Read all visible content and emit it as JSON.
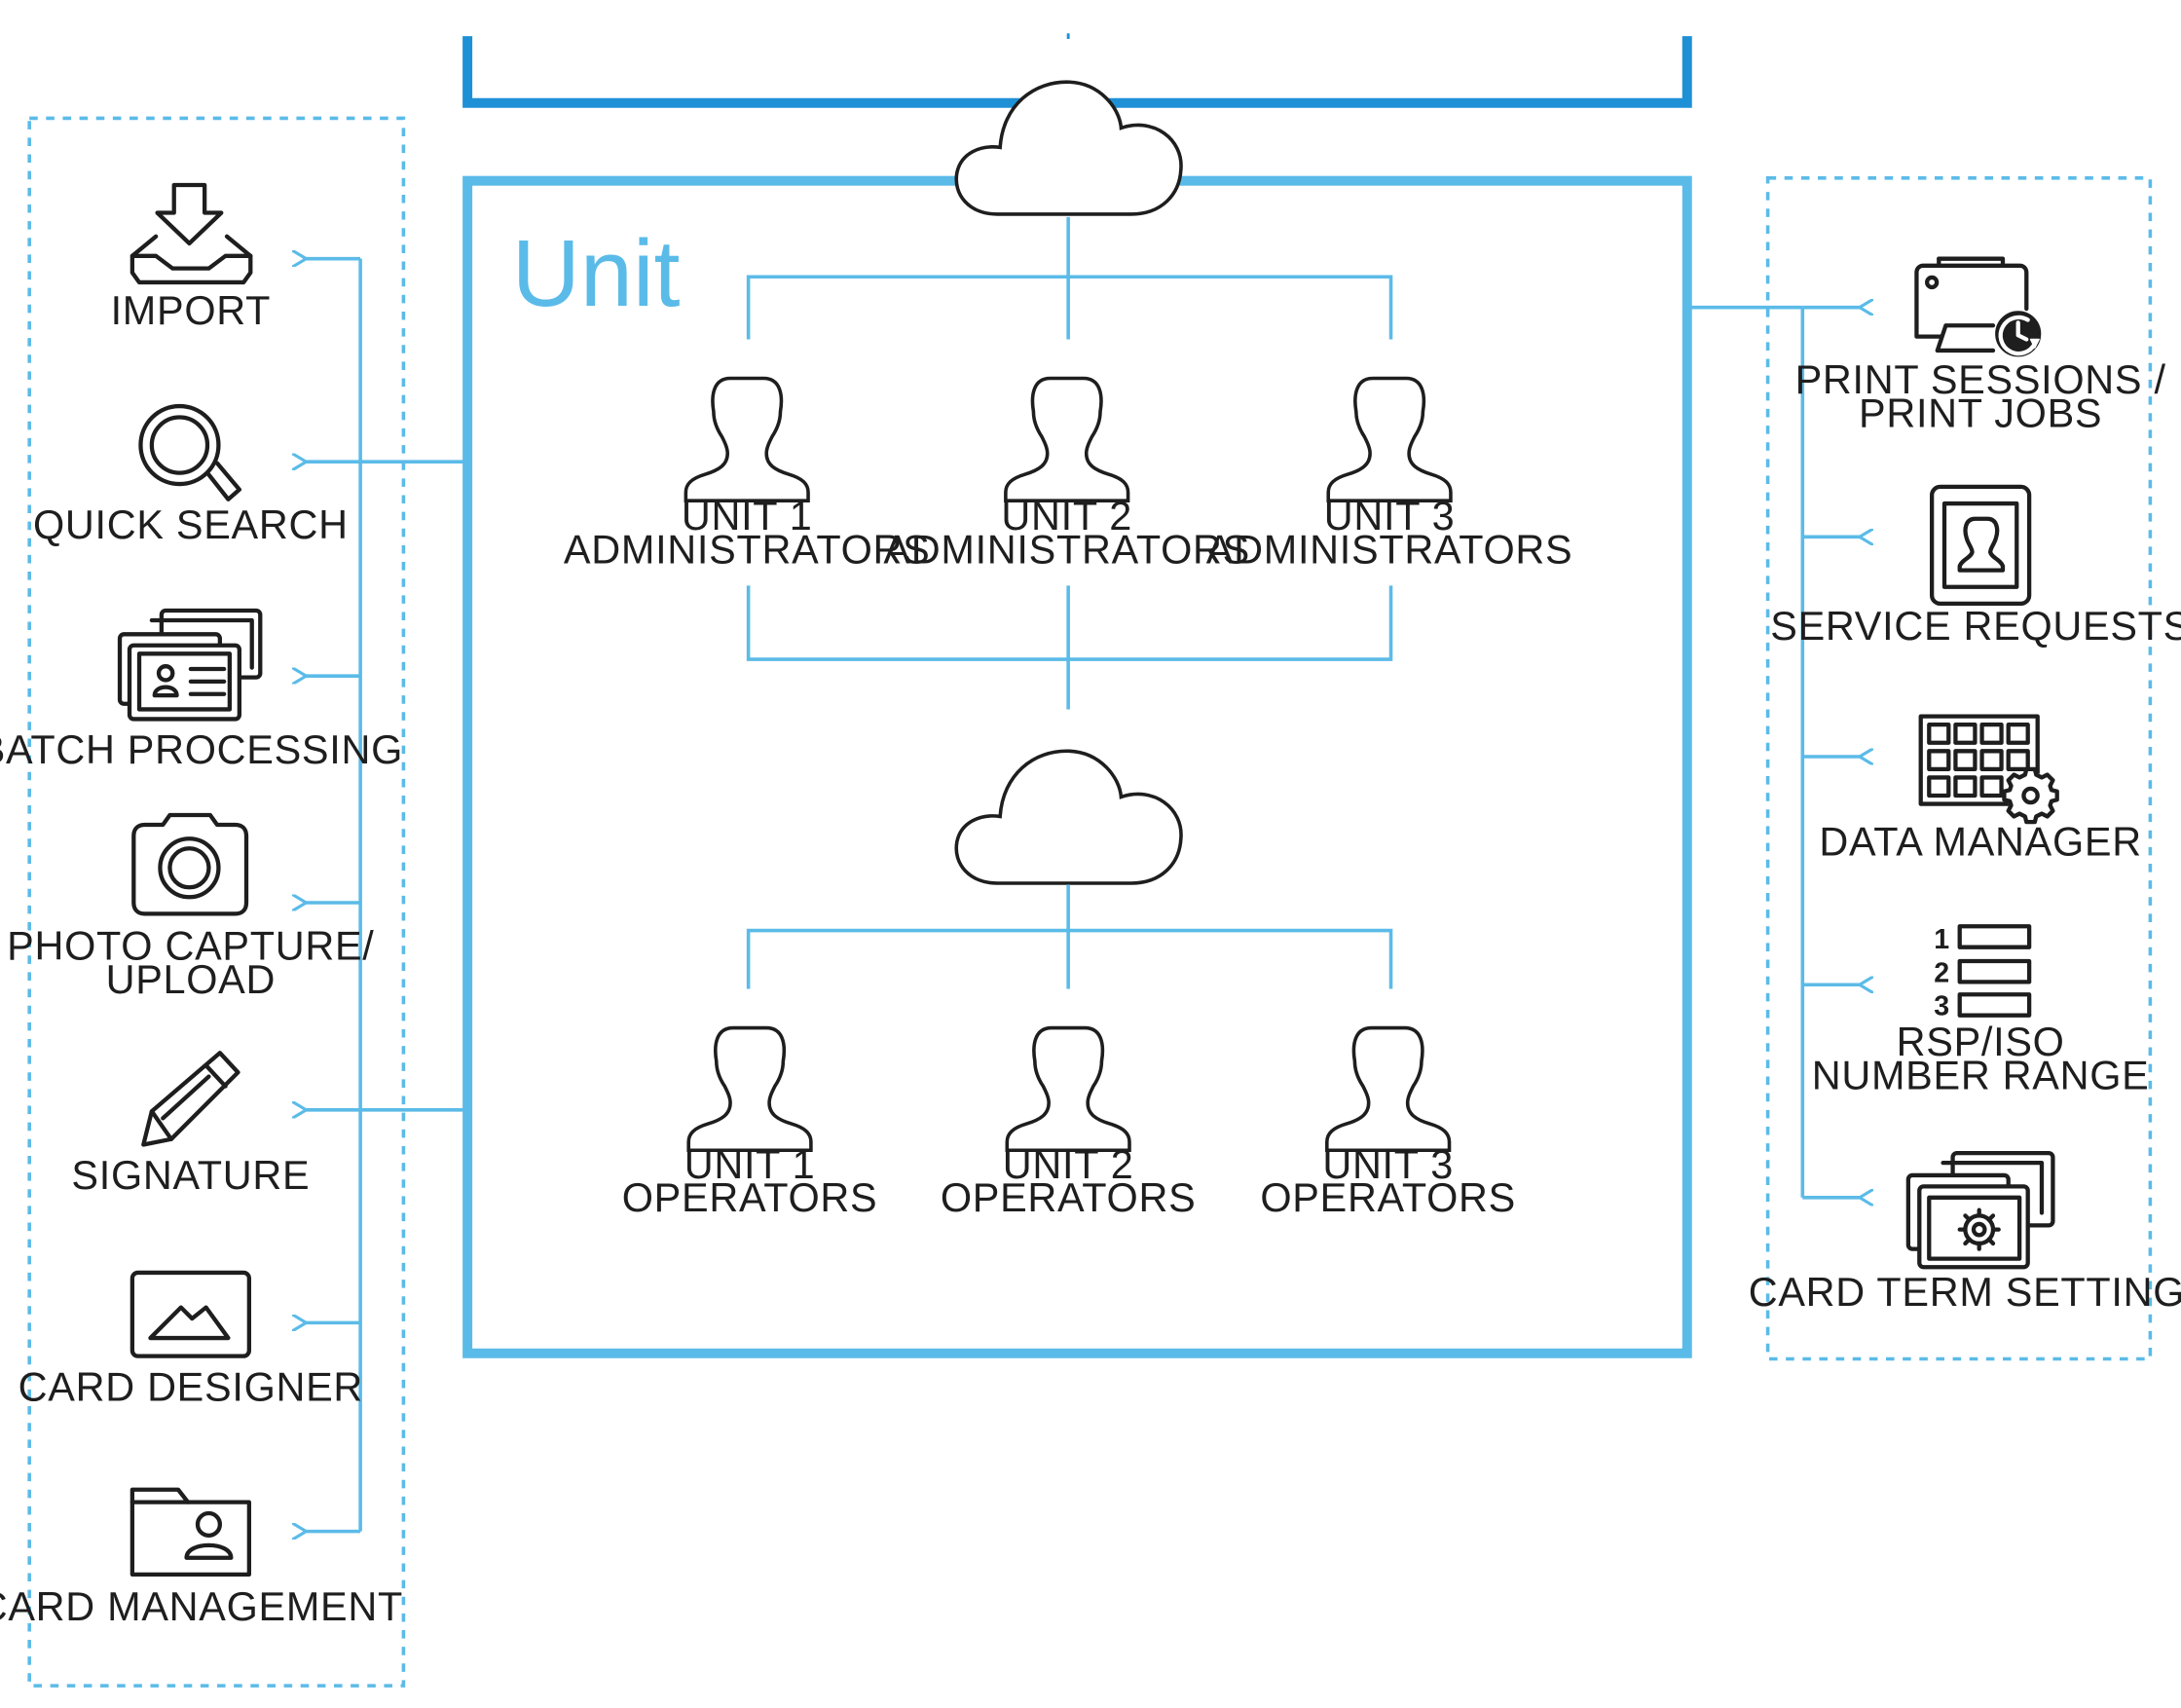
{
  "colors": {
    "accent": "#5bbbe8",
    "accent_dark": "#1e90d6",
    "icon": "#1e1e1e"
  },
  "unit": {
    "title": "Unit"
  },
  "administrators": [
    {
      "line1": "UNIT 1",
      "line2": "ADMINISTRATORS"
    },
    {
      "line1": "UNIT 2",
      "line2": "ADMINISTRATORS"
    },
    {
      "line1": "UNIT 3",
      "line2": "ADMINISTRATORS"
    }
  ],
  "operators": [
    {
      "line1": "UNIT 1",
      "line2": "OPERATORS"
    },
    {
      "line1": "UNIT 2",
      "line2": "OPERATORS"
    },
    {
      "line1": "UNIT 3",
      "line2": "OPERATORS"
    }
  ],
  "left_panel": [
    {
      "icon": "import-icon",
      "lines": [
        "IMPORT"
      ]
    },
    {
      "icon": "magnifier-icon",
      "lines": [
        "QUICK SEARCH"
      ]
    },
    {
      "icon": "id-cards-stack-icon",
      "lines": [
        "BATCH PROCESSING"
      ]
    },
    {
      "icon": "camera-icon",
      "lines": [
        "PHOTO CAPTURE/",
        "UPLOAD"
      ]
    },
    {
      "icon": "pencil-icon",
      "lines": [
        "SIGNATURE"
      ]
    },
    {
      "icon": "image-frame-icon",
      "lines": [
        "CARD DESIGNER"
      ]
    },
    {
      "icon": "user-folder-icon",
      "lines": [
        "CARD MANAGEMENT"
      ]
    }
  ],
  "right_panel": [
    {
      "icon": "printer-clock-icon",
      "lines": [
        "PRINT SESSIONS /",
        "PRINT JOBS"
      ]
    },
    {
      "icon": "portrait-tablet-icon",
      "lines": [
        "SERVICE REQUESTS"
      ]
    },
    {
      "icon": "grid-gear-icon",
      "lines": [
        "DATA MANAGER"
      ]
    },
    {
      "icon": "numbered-list-icon",
      "lines": [
        "RSP/ISO",
        "NUMBER RANGE"
      ],
      "numbers": [
        "1",
        "2",
        "3"
      ]
    },
    {
      "icon": "cards-gear-icon",
      "lines": [
        "CARD TERM SETTINGS"
      ]
    }
  ]
}
